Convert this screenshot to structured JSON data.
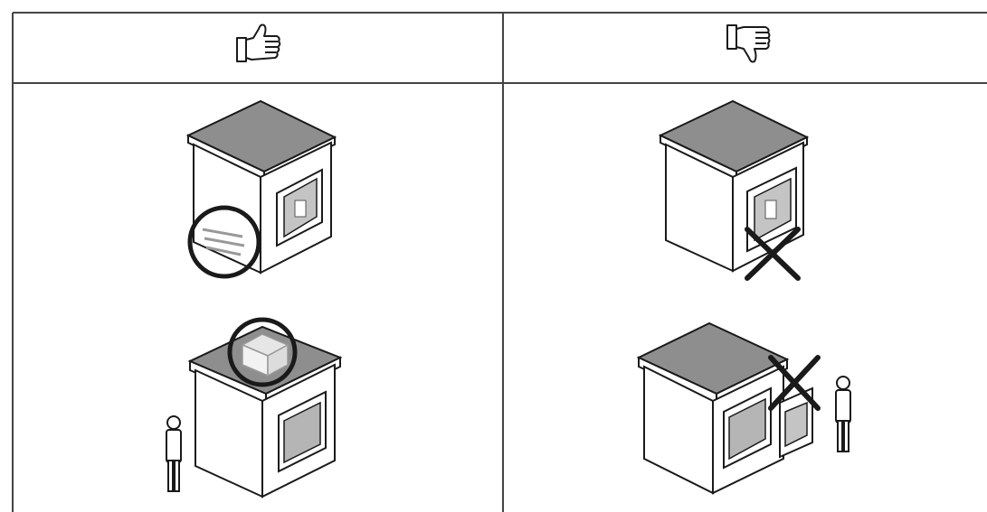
{
  "columns": [
    {
      "icon": "thumbs-up-icon",
      "meaning": "recommended"
    },
    {
      "icon": "thumbs-down-icon",
      "meaning": "not-recommended"
    }
  ],
  "cells": [
    {
      "column": "recommended",
      "row": 1,
      "marker": "circle-highlight",
      "feature": "side-vent"
    },
    {
      "column": "recommended",
      "row": 2,
      "marker": "circle-highlight",
      "feature": "roof-unit",
      "has_person": true
    },
    {
      "column": "not-recommended",
      "row": 1,
      "marker": "cross-mark",
      "feature": "window-unit"
    },
    {
      "column": "not-recommended",
      "row": 2,
      "marker": "cross-mark",
      "feature": "wall-unit",
      "has_person": true
    }
  ],
  "colors": {
    "line": "#1a1a1a",
    "roof": "#8e8e8e",
    "wall": "#ffffff",
    "window": "#c4c4c4",
    "window_dark": "#9a9a9a",
    "grid": "#444444"
  }
}
